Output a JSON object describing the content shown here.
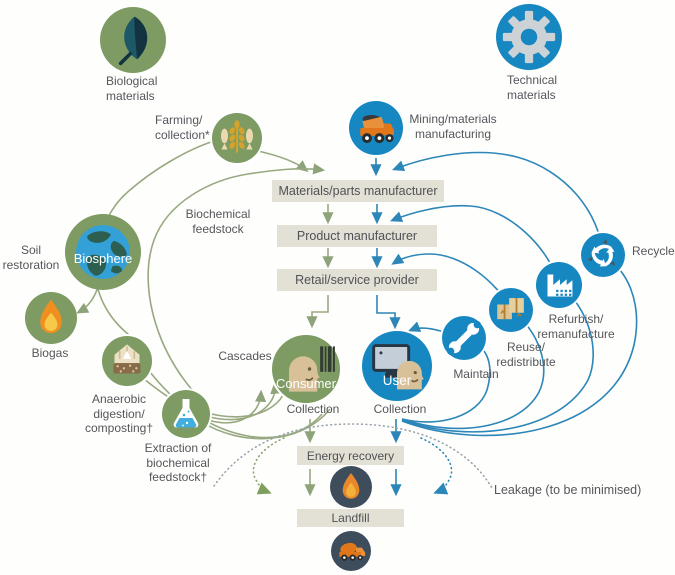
{
  "colors": {
    "biological_green": "#7d9b62",
    "technical_blue": "#1787c1",
    "flow_green": "#98a981",
    "flow_blue": "#2c86b8",
    "box_beige": "#e3e1d5",
    "end_of_life_slate": "#3e4d5b",
    "accent_orange": "#e2761b",
    "label_gray": "#55565a"
  },
  "top_legend": {
    "biological": {
      "line1": "Biological",
      "line2": "materials"
    },
    "technical": {
      "line1": "Technical",
      "line2": "materials"
    }
  },
  "bio_cycle": {
    "farming": {
      "line1": "Farming/",
      "line2": "collection*"
    },
    "biosphere": "Biosphere",
    "soil_restoration": {
      "line1": "Soil",
      "line2": "restoration"
    },
    "biogas": "Biogas",
    "anaerobic": {
      "line1": "Anaerobic",
      "line2": "digestion/",
      "line3": "composting†"
    },
    "extraction": {
      "line1": "Extraction of",
      "line2": "biochemical",
      "line3": "feedstock†"
    },
    "biochemical_feedstock": {
      "line1": "Biochemical",
      "line2": "feedstock"
    },
    "cascades": "Cascades",
    "consumer": "Consumer",
    "collection": "Collection"
  },
  "tech_cycle": {
    "mining": {
      "line1": "Mining/materials",
      "line2": "manufacturing"
    },
    "user": "User",
    "collection": "Collection",
    "maintain": "Maintain",
    "reuse": {
      "line1": "Reuse/",
      "line2": "redistribute"
    },
    "refurbish": {
      "line1": "Refurbish/",
      "line2": "remanufacture"
    },
    "recycle": "Recycle"
  },
  "value_chain": {
    "materials": "Materials/parts manufacturer",
    "product": "Product manufacturer",
    "retail": "Retail/service provider"
  },
  "end_of_life": {
    "energy": "Energy recovery",
    "landfill": "Landfill",
    "leakage": "Leakage (to be minimised)"
  },
  "icons": {
    "biological": "leaf-icon",
    "technical": "gear-icon",
    "farming": "wheat-fish-icon",
    "mining": "dump-truck-icon",
    "biosphere": "earth-icon",
    "biogas": "flame-icon",
    "anaerobic": "compost-icon",
    "extraction": "flask-icon",
    "consumer": "person-barcode-icon",
    "user": "person-monitor-icon",
    "maintain": "wrench-icon",
    "reuse": "boxes-icon",
    "refurbish": "factory-icon",
    "recycle": "recycle-arrows-icon",
    "energy": "flame-icon",
    "landfill": "truck-icon"
  }
}
